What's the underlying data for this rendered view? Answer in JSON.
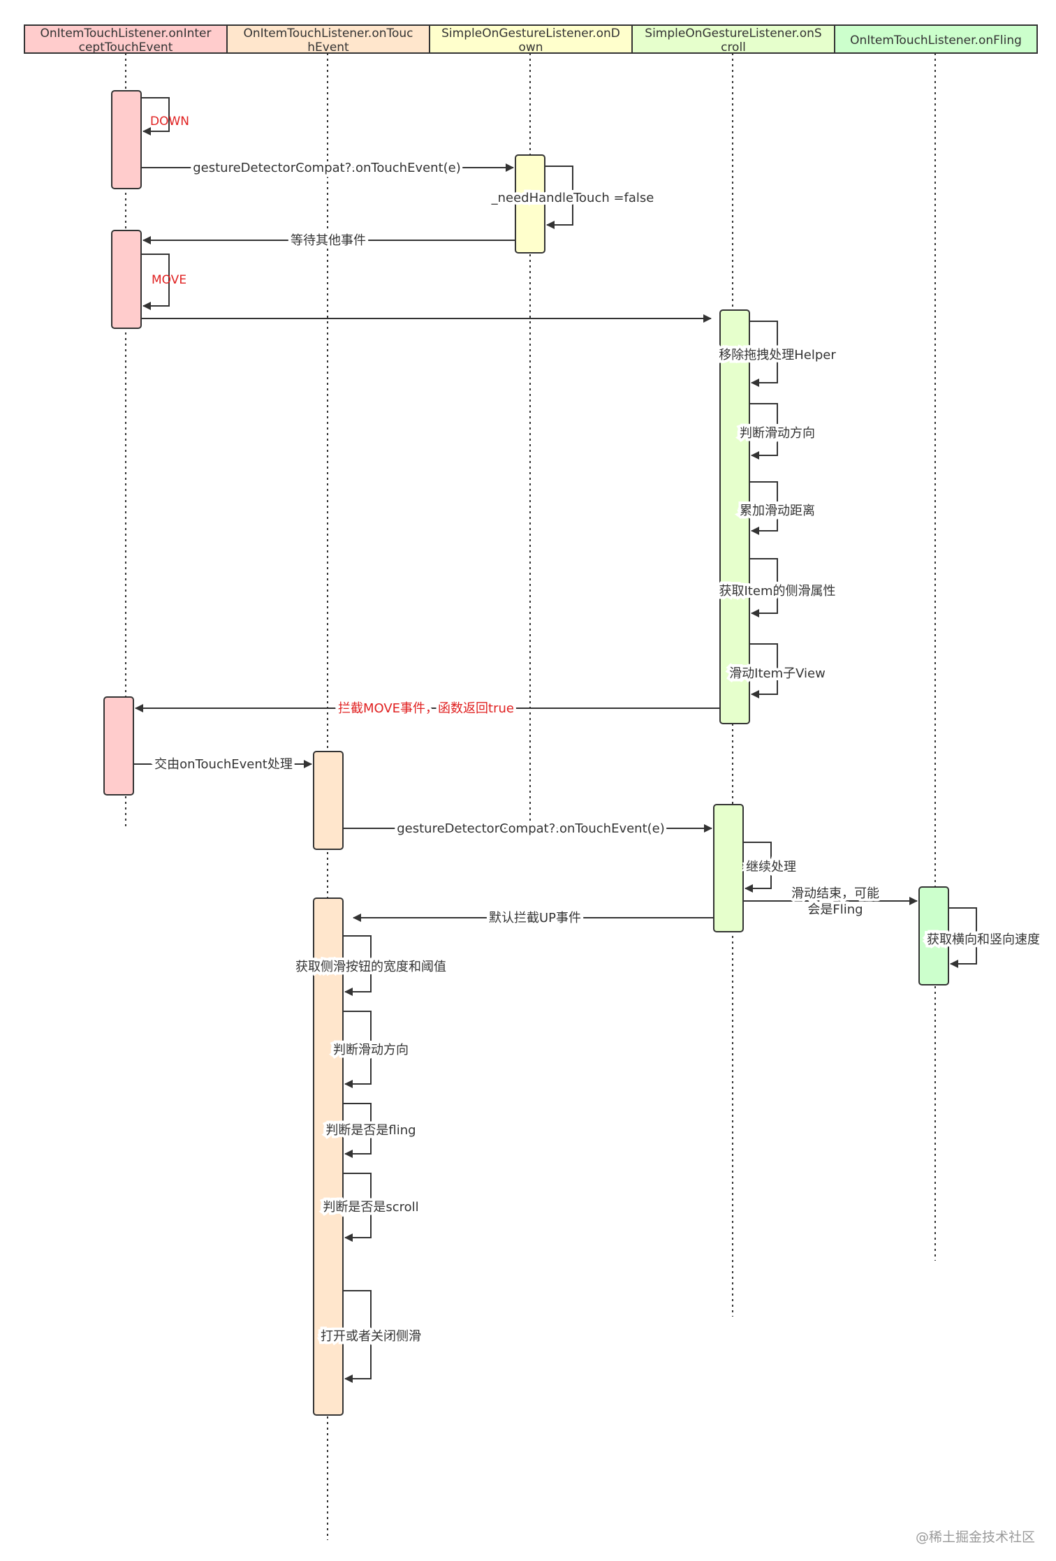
{
  "lifelines": [
    {
      "header_lines": [
        "OnItemTouchListener.onInter",
        "ceptTouchEvent"
      ],
      "fill": "#ffcccc"
    },
    {
      "header_lines": [
        "OnItemTouchListener.onTouc",
        "hEvent"
      ],
      "fill": "#ffe6cc"
    },
    {
      "header_lines": [
        "SimpleOnGestureListener.onD",
        "own"
      ],
      "fill": "#ffffcc"
    },
    {
      "header_lines": [
        "SimpleOnGestureListener.onS",
        "croll"
      ],
      "fill": "#e6ffcc"
    },
    {
      "header_lines": [
        "OnItemTouchListener.onFling"
      ],
      "fill": "#ccffcc"
    }
  ],
  "messages": {
    "down": "DOWN",
    "call_gesture_1": "gestureDetectorCompat?.onTouchEvent(e)",
    "need_handle_touch": "_needHandleTouch =false",
    "wait_other": "等待其他事件",
    "move": "MOVE",
    "remove_drag_helper": "移除拖拽处理Helper",
    "judge_direction_1": "判断滑动方向",
    "accumulate_distance": "累加滑动距离",
    "get_item_swipe_attr": "获取Item的侧滑属性",
    "scroll_item_view": "滑动Item子View",
    "intercept_move": "拦截MOVE事件，函数返回true",
    "delegate_ontouch": "交由onTouchEvent处理",
    "call_gesture_2": "gestureDetectorCompat?.onTouchEvent(e)",
    "continue_handle": "继续处理",
    "scroll_end_lines": [
      "滑动结束，可能",
      "会是Fling"
    ],
    "default_intercept_up": "默认拦截UP事件",
    "get_velocity": "获取横向和竖向速度",
    "get_button_width": "获取侧滑按钮的宽度和阈值",
    "judge_direction_2": "判断滑动方向",
    "judge_fling": "判断是否是fling",
    "judge_scroll": "判断是否是scroll",
    "open_close": "打开或者关闭侧滑"
  },
  "colors": {
    "highlight_text": "#e02020",
    "line": "#333333",
    "text": "#333333"
  },
  "watermark": "@稀土掘金技术社区"
}
